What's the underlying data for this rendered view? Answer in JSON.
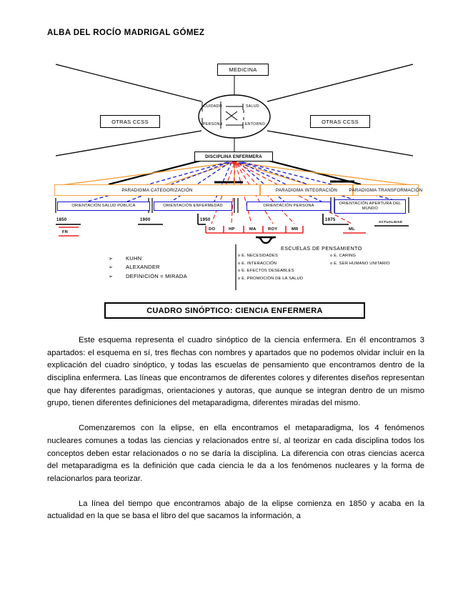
{
  "header": {
    "author": "ALBA DEL ROCÍO MADRIGAL GÓMEZ"
  },
  "diagram": {
    "medicina": "MEDICINA",
    "otras_ccss_left": "OTRAS CCSS",
    "otras_ccss_right": "OTRAS CCSS",
    "disciplina": "DISCIPLINA ENFERMERA",
    "metaparadigm": {
      "cuidado": "CUIDADO",
      "salud": "SALUD",
      "persona": "PERSONA",
      "entorno": "ENTORNO"
    },
    "paradigms": [
      {
        "label": "PARADIGMA CATEGORIZACIÓN"
      },
      {
        "label": "PARADIGMA INTEGRACIÓN"
      },
      {
        "label": "PARADIGMA TRANSFORMACIÓN"
      }
    ],
    "orientations": [
      {
        "label": "ORIENTACIÓN SALUD PÚBLICA"
      },
      {
        "label": "ORIENTACIÓN ENFERMEDAD"
      },
      {
        "label": "ORIENTACIÓN PERSONA"
      },
      {
        "label": "ORIENTACIÓN APERTURA DEL MUNDO"
      }
    ],
    "timeline": {
      "years": [
        "1850",
        "1900",
        "1950",
        "1975"
      ],
      "end_label": "ACTUALIDAD",
      "fn_label": "FN",
      "theorists": [
        "DO",
        "HP",
        "MA",
        "ROY",
        "MR",
        "ML"
      ]
    },
    "escuelas": {
      "title": "ESCUELAS DE PENSAMIENTO",
      "column_a": [
        "E. NECESIDADES",
        "E. INTERACCIÓN",
        "E. EFECTOS DESEABLES",
        "E. PROMOCIÓN DE LA SALUD"
      ],
      "column_b": [
        "E. CARING",
        "E. SER HUMANO UNITARIO"
      ]
    },
    "bullets": [
      "KUHN",
      "ALEXANDER",
      "DEFINICIÓN = MIRADA"
    ],
    "bullet_marker": "➢",
    "title_box": "CUADRO SINÓPTICO: CIENCIA ENFERMERA"
  },
  "body": {
    "paragraph_1": "Este esquema representa el cuadro sinóptico de la ciencia enfermera. En él encontramos 3 apartados: el esquema en sí, tres flechas con nombres y apartados que no podemos olvidar incluir en la explicación del cuadro sinóptico, y todas las escuelas de pensamiento que encontramos dentro de la disciplina enfermera. Las líneas que encontramos de diferentes colores y diferentes diseños representan que hay diferentes paradigmas, orientaciones y autoras, que aunque se integran dentro de un mismo grupo, tienen diferentes definiciones del metaparadigma, diferentes miradas del mismo.",
    "paragraph_2": "Comenzaremos con la elipse, en ella encontramos el metaparadigma, los 4 fenómenos nucleares comunes a todas las ciencias y relacionados entre sí, al teorizar en cada disciplina todos los conceptos deben estar relacionados o no se daría la disciplina. La diferencia con otras ciencias acerca del metaparadigma es la definición que cada ciencia le da a los fenómenos nucleares y la forma de relacionarlos para teorizar.",
    "paragraph_3": "La línea del tiempo que encontramos abajo de la elipse comienza en 1850 y acaba en la actualidad en la que se basa el libro del que sacamos la información, a"
  },
  "colors": {
    "orange": "#F5A340",
    "blue": "#1414CF",
    "red": "#EE2222",
    "black": "#000000"
  }
}
